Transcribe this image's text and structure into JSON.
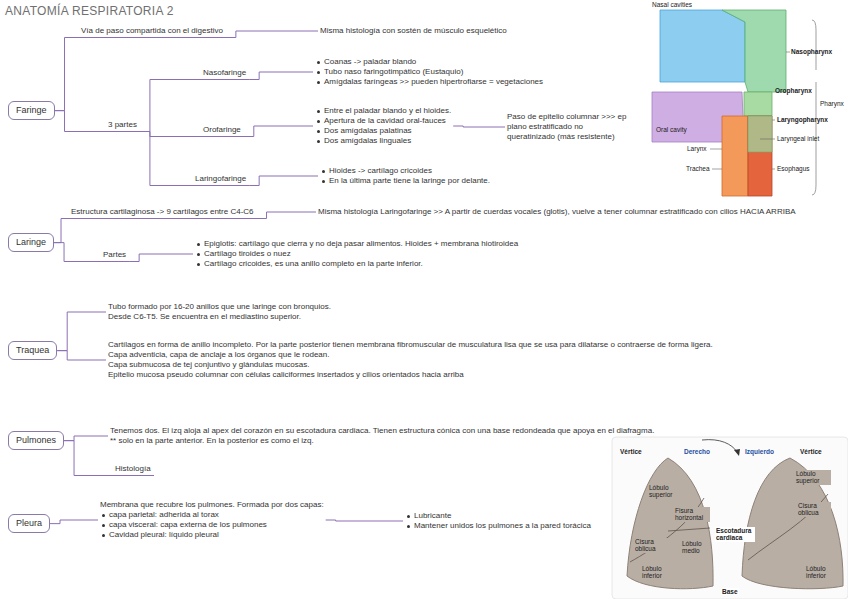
{
  "diagram": {
    "title": "ANATOMÍA RESPIRATORIA 2",
    "nodes": [
      {
        "text": [
          "Faringe"
        ]
      },
      {
        "text": [
          "Vía de paso compartida con el digestivo"
        ]
      },
      {
        "text": [
          "Misma histología con sostén de músculo esquelético"
        ]
      },
      {
        "text": [
          "3 partes"
        ]
      },
      {
        "text": [
          "Nasofaringe"
        ]
      },
      {
        "text": [
          "Coanas -> paladar blando",
          "Tubo naso faringotimpático (Eustaquio)",
          "Amígdalas faríngeas >> pueden hipertrofiarse = vegetaciones"
        ]
      },
      {
        "text": [
          "Orofaringe"
        ]
      },
      {
        "text": [
          "Entre el paladar blando y el hioides.",
          "Apertura de la cavidad oral-fauces",
          "Dos amígdalas palatinas",
          "Dos amígdalas linguales"
        ]
      },
      {
        "text": [
          "Paso de epitelio columnar >>> ep plano estratificado no queratinizado (más resistente)"
        ]
      },
      {
        "text": [
          "Laringofaringe"
        ]
      },
      {
        "text": [
          "Hioides -> cartílago cricoides",
          "En la última parte tiene la laringe por delante."
        ]
      },
      {
        "text": [
          "Laringe"
        ]
      },
      {
        "text": [
          "Estructura cartilaginosa -> 9 cartílagos entre C4-C6"
        ]
      },
      {
        "text": [
          "Misma histología Laringofaringe >> A partir de cuerdas vocales (glotis), vuelve a tener columnar estratificado con cilios HACIA ARRIBA"
        ]
      },
      {
        "text": [
          "Partes"
        ]
      },
      {
        "text": [
          "Epiglotis: cartílago que cierra y no deja pasar alimentos. Hioides + membrana hiotiroidea",
          "Cartílago tiroides o nuez",
          "Cartílago cricoides, es una anillo completo en la parte inferior."
        ]
      },
      {
        "text": [
          "Traquea"
        ]
      },
      {
        "text": [
          "Tubo formado por 16-20 anillos que une laringe con bronquios.",
          "Desde C6-T5. Se encuentra en el mediastino superior."
        ]
      },
      {
        "text": [
          "Cartílagos en forma de anillo incompleto. Por la parte posterior tienen membrana fibromuscular de musculatura lisa que se usa para dilatarse o contraerse de forma ligera.",
          "Capa adventicia, capa de anclaje a los órganos que le rodean.",
          "Capa submucosa de tej conjuntivo y glándulas mucosas.",
          "Epitelio mucosa pseudo columnar con células caliciformes insertados y cilios orientados hacia arriba"
        ]
      },
      {
        "text": [
          "Pulmones"
        ]
      },
      {
        "text": [
          "Tenemos dos. El izq aloja al apex del corazón en su escotadura cardiaca. Tienen estructura cónica con una base redondeada que apoya en el diafragma.",
          "** solo en la parte anterior. En la posterior es como el izq."
        ]
      },
      {
        "text": [
          "Histología"
        ]
      },
      {
        "text": [
          "Pleura"
        ]
      },
      {
        "text": [
          "Membrana que recubre los pulmones. Formada por dos capas:",
          "capa parietal: adherida al torax",
          "capa visceral: capa externa de los pulmones",
          "Cavidad pleural: líquido pleural"
        ]
      },
      {
        "text": [
          "Lubricante",
          "Mantener unidos los pulmones a la pared torácica"
        ]
      }
    ],
    "edges": [
      {
        "from": 0,
        "to": 1,
        "arrow": "none"
      },
      {
        "from": 1,
        "to": 2,
        "arrow": "none"
      },
      {
        "from": 0,
        "to": 3,
        "arrow": "none"
      },
      {
        "from": 3,
        "to": 4,
        "arrow": "none"
      },
      {
        "from": 4,
        "to": 5,
        "arrow": "none"
      },
      {
        "from": 3,
        "to": 6,
        "arrow": "none"
      },
      {
        "from": 6,
        "to": 7,
        "arrow": "none"
      },
      {
        "from": 7,
        "to": 8,
        "arrow": "none"
      },
      {
        "from": 3,
        "to": 9,
        "arrow": "none"
      },
      {
        "from": 9,
        "to": 10,
        "arrow": "none"
      },
      {
        "from": 11,
        "to": 12,
        "arrow": "none"
      },
      {
        "from": 12,
        "to": 13,
        "arrow": "none"
      },
      {
        "from": 11,
        "to": 14,
        "arrow": "none"
      },
      {
        "from": 14,
        "to": 15,
        "arrow": "none"
      },
      {
        "from": 16,
        "to": 17,
        "arrow": "none"
      },
      {
        "from": 16,
        "to": 18,
        "arrow": "none"
      },
      {
        "from": 19,
        "to": 20,
        "arrow": "none"
      },
      {
        "from": 19,
        "to": 21,
        "arrow": "none"
      },
      {
        "from": 22,
        "to": 23,
        "arrow": "none"
      },
      {
        "from": 23,
        "to": 24,
        "arrow": "none"
      }
    ],
    "labels": [
      "Nasal cavities",
      "Nasopharynx",
      "Pharynx",
      "Oropharynx",
      "Oral cavity",
      "Laryngopharynx",
      "Laryngeal inlet",
      "Larynx",
      "Trachea",
      "Esophagus",
      "Vértice",
      "Derecho",
      "Izquierdo",
      "Vértice",
      "Lóbulo superior",
      "Fisura horizontal",
      "Cisura oblicua",
      "Lóbulo medio",
      "Lóbulo inferior",
      "Lóbulo superior",
      "Cisura oblicua",
      "Escotadura cardiaca",
      "Lóbulo inferior",
      "Base"
    ]
  }
}
